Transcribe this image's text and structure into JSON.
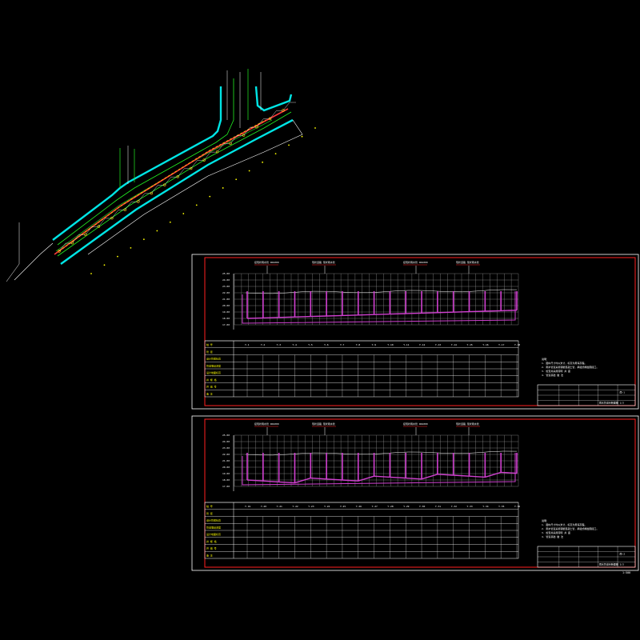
{
  "colors": {
    "background": "#000000",
    "road": "#00e5e5",
    "road_inner": "#22ee22",
    "pipe": "#ff3b3b",
    "pipe_alt": "#ffcc00",
    "profile": "#d040d0",
    "grid": "#b8b8b8",
    "frame": "#ff2020",
    "frame_outer": "#ffffff",
    "text": "#ffffff",
    "label": "#ffff00"
  },
  "plan": {
    "icon": "pipeline-plan-view",
    "manhole_count": 18
  },
  "sheets": [
    {
      "id": "sheet-1",
      "levels": [
        "25.00",
        "24.00",
        "23.00",
        "22.00",
        "21.00",
        "20.00",
        "19.00",
        "18.00",
        "17.00"
      ],
      "manholes": [
        "Y-1",
        "Y-2",
        "Y-3",
        "Y-4",
        "Y-5",
        "Y-6",
        "Y-7",
        "Y-8",
        "Y-9",
        "Y-10",
        "Y-11",
        "Y-12",
        "Y-13",
        "Y-14",
        "Y-15",
        "Y-16",
        "Y-17",
        "Y-18"
      ],
      "row_labels": [
        "桩 号",
        "管 径",
        "设计管底标高",
        "管道埋设深度",
        "设计地面标高",
        "井 规 格",
        "井 编 号",
        "备 注"
      ],
      "callouts": [
        "接现状雨水管 DN1000",
        "现状道路 现状雨水管",
        "接现状雨水管 DN1000",
        "现状道路 现状雨水管"
      ],
      "notes": [
        "说明：",
        "1. 图中尺寸均以米计，标高为黄海高程。",
        "2. 雨水管道采用钢筋混凝土管，承插式橡胶圈接口。",
        "3. 检查井采用砖砌  井  座",
        "4. 管道基础  做  法"
      ],
      "title_block": {
        "project": "雨水管道纵断面图",
        "sheet_no": "1/2",
        "drawing_no": "雨-1"
      }
    },
    {
      "id": "sheet-2",
      "levels": [
        "25.00",
        "24.00",
        "23.00",
        "22.00",
        "21.00",
        "20.00",
        "19.00",
        "18.00",
        "17.00"
      ],
      "manholes": [
        "Y-19",
        "Y-20",
        "Y-21",
        "Y-22",
        "Y-23",
        "Y-24",
        "Y-25",
        "Y-26",
        "Y-27",
        "Y-28",
        "Y-29",
        "Y-30",
        "Y-31",
        "Y-32",
        "Y-33",
        "Y-34",
        "Y-35",
        "Y-36"
      ],
      "row_labels": [
        "桩 号",
        "管 径",
        "设计管底标高",
        "管道埋设深度",
        "设计地面标高",
        "井 规 格",
        "井 编 号",
        "备 注"
      ],
      "callouts": [
        "接现状雨水管 DN1000",
        "现状道路 现状雨水管",
        "接现状雨水管 DN1000",
        "现状道路 现状雨水管"
      ],
      "notes": [
        "说明：",
        "1. 图中尺寸均以米计，标高为黄海高程。",
        "2. 雨水管道采用钢筋混凝土管，承插式橡胶圈接口。",
        "3. 检查井采用砖砌  井  座",
        "4. 管道基础  做  法"
      ],
      "title_block": {
        "project": "雨水管道纵断面图",
        "sheet_no": "2/2",
        "drawing_no": "雨-2"
      }
    }
  ],
  "footer": {
    "label": "1:500"
  }
}
